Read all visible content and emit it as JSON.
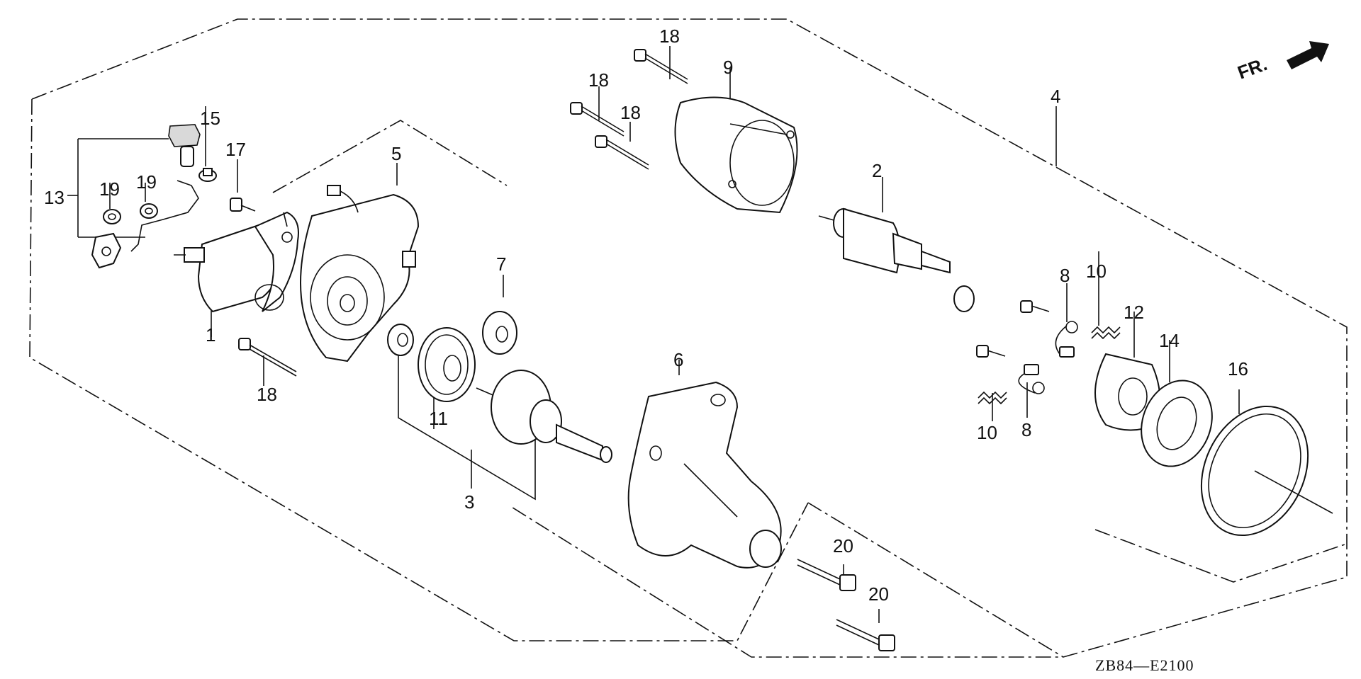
{
  "diagram": {
    "drawing_code": "ZB84—E2100",
    "direction_label": "FR.",
    "callouts": [
      {
        "id": "1",
        "text": "1"
      },
      {
        "id": "2",
        "text": "2"
      },
      {
        "id": "3",
        "text": "3"
      },
      {
        "id": "4",
        "text": "4"
      },
      {
        "id": "5",
        "text": "5"
      },
      {
        "id": "6",
        "text": "6"
      },
      {
        "id": "7",
        "text": "7"
      },
      {
        "id": "8a",
        "text": "8"
      },
      {
        "id": "8b",
        "text": "8"
      },
      {
        "id": "9",
        "text": "9"
      },
      {
        "id": "10a",
        "text": "10"
      },
      {
        "id": "10b",
        "text": "10"
      },
      {
        "id": "11",
        "text": "11"
      },
      {
        "id": "12",
        "text": "12"
      },
      {
        "id": "13",
        "text": "13"
      },
      {
        "id": "14",
        "text": "14"
      },
      {
        "id": "15",
        "text": "15"
      },
      {
        "id": "16",
        "text": "16"
      },
      {
        "id": "17",
        "text": "17"
      },
      {
        "id": "18a",
        "text": "18"
      },
      {
        "id": "18b",
        "text": "18"
      },
      {
        "id": "18c",
        "text": "18"
      },
      {
        "id": "18d",
        "text": "18"
      },
      {
        "id": "19a",
        "text": "19"
      },
      {
        "id": "19b",
        "text": "19"
      },
      {
        "id": "20a",
        "text": "20"
      },
      {
        "id": "20b",
        "text": "20"
      }
    ]
  }
}
